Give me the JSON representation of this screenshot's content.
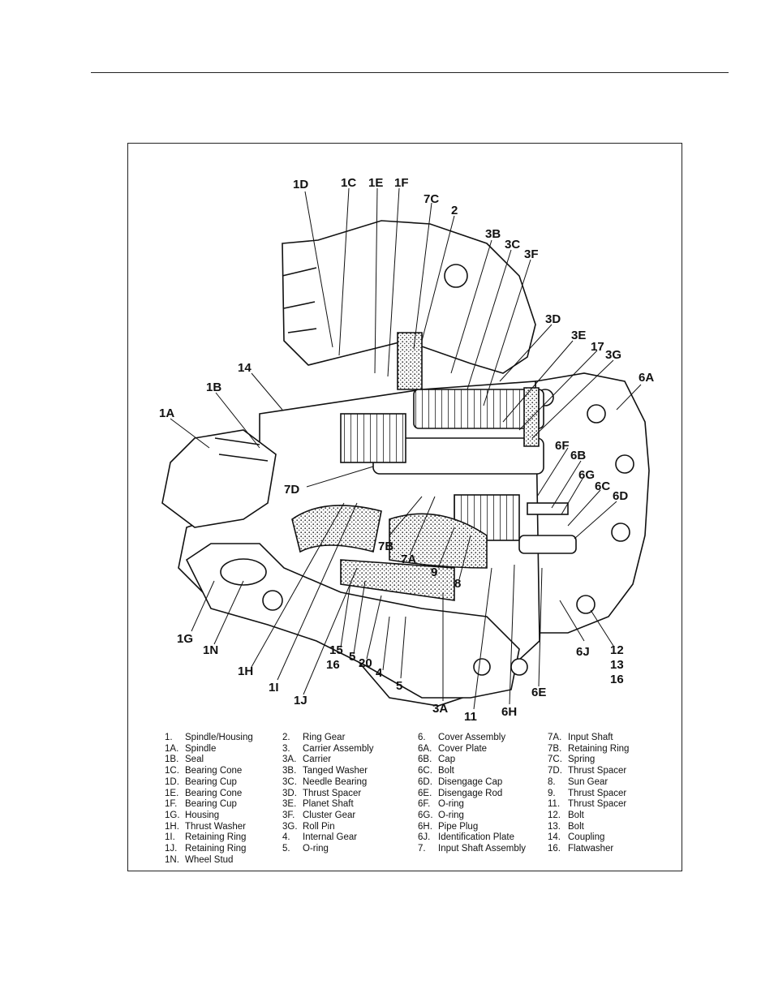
{
  "callouts": [
    {
      "id": "1D",
      "text": "1D"
    },
    {
      "id": "1C",
      "text": "1C"
    },
    {
      "id": "1E",
      "text": "1E"
    },
    {
      "id": "1F",
      "text": "1F"
    },
    {
      "id": "7C",
      "text": "7C"
    },
    {
      "id": "2",
      "text": "2"
    },
    {
      "id": "3B",
      "text": "3B"
    },
    {
      "id": "3C",
      "text": "3C"
    },
    {
      "id": "3F",
      "text": "3F"
    },
    {
      "id": "3D",
      "text": "3D"
    },
    {
      "id": "3E",
      "text": "3E"
    },
    {
      "id": "17",
      "text": "17"
    },
    {
      "id": "3G",
      "text": "3G"
    },
    {
      "id": "6A",
      "text": "6A"
    },
    {
      "id": "14",
      "text": "14"
    },
    {
      "id": "1B",
      "text": "1B"
    },
    {
      "id": "1A",
      "text": "1A"
    },
    {
      "id": "6F",
      "text": "6F"
    },
    {
      "id": "6B",
      "text": "6B"
    },
    {
      "id": "6G",
      "text": "6G"
    },
    {
      "id": "6C",
      "text": "6C"
    },
    {
      "id": "6D",
      "text": "6D"
    },
    {
      "id": "7D",
      "text": "7D"
    },
    {
      "id": "7B",
      "text": "7B"
    },
    {
      "id": "7A",
      "text": "7A"
    },
    {
      "id": "9",
      "text": "9"
    },
    {
      "id": "8",
      "text": "8"
    },
    {
      "id": "1G",
      "text": "1G"
    },
    {
      "id": "1N",
      "text": "1N"
    },
    {
      "id": "1H",
      "text": "1H"
    },
    {
      "id": "1I",
      "text": "1I"
    },
    {
      "id": "1J",
      "text": "1J"
    },
    {
      "id": "15",
      "text": "15"
    },
    {
      "id": "16a",
      "text": "16"
    },
    {
      "id": "5a",
      "text": "5"
    },
    {
      "id": "20",
      "text": "20"
    },
    {
      "id": "4",
      "text": "4"
    },
    {
      "id": "5b",
      "text": "5"
    },
    {
      "id": "3A",
      "text": "3A"
    },
    {
      "id": "11",
      "text": "11"
    },
    {
      "id": "6H",
      "text": "6H"
    },
    {
      "id": "6E",
      "text": "6E"
    },
    {
      "id": "6J",
      "text": "6J"
    },
    {
      "id": "12",
      "text": "12"
    },
    {
      "id": "13",
      "text": "13"
    },
    {
      "id": "16b",
      "text": "16"
    }
  ],
  "legend": [
    [
      {
        "num": "1.",
        "label": "Spindle/Housing"
      },
      {
        "num": "1A.",
        "label": "Spindle"
      },
      {
        "num": "1B.",
        "label": "Seal"
      },
      {
        "num": "1C.",
        "label": "Bearing Cone"
      },
      {
        "num": "1D.",
        "label": "Bearing Cup"
      },
      {
        "num": "1E.",
        "label": "Bearing Cone"
      },
      {
        "num": "1F.",
        "label": "Bearing Cup"
      },
      {
        "num": "1G.",
        "label": "Housing"
      },
      {
        "num": "1H.",
        "label": "Thrust Washer"
      },
      {
        "num": "1I.",
        "label": "Retaining Ring"
      },
      {
        "num": "1J.",
        "label": "Retaining Ring"
      },
      {
        "num": "1N.",
        "label": "Wheel Stud"
      }
    ],
    [
      {
        "num": "2.",
        "label": "Ring Gear"
      },
      {
        "num": "3.",
        "label": "Carrier Assembly"
      },
      {
        "num": "3A.",
        "label": "Carrier"
      },
      {
        "num": "3B.",
        "label": "Tanged Washer"
      },
      {
        "num": "3C.",
        "label": "Needle Bearing"
      },
      {
        "num": "3D.",
        "label": "Thrust Spacer"
      },
      {
        "num": "3E.",
        "label": "Planet Shaft"
      },
      {
        "num": "3F.",
        "label": "Cluster Gear"
      },
      {
        "num": "3G.",
        "label": "Roll Pin"
      },
      {
        "num": "4.",
        "label": "Internal Gear"
      },
      {
        "num": "5.",
        "label": "O-ring"
      }
    ],
    [
      {
        "num": "6.",
        "label": "Cover Assembly"
      },
      {
        "num": "6A.",
        "label": "Cover Plate"
      },
      {
        "num": "6B.",
        "label": "Cap"
      },
      {
        "num": "6C.",
        "label": "Bolt"
      },
      {
        "num": "6D.",
        "label": "Disengage Cap"
      },
      {
        "num": "6E.",
        "label": "Disengage Rod"
      },
      {
        "num": "6F.",
        "label": "O-ring"
      },
      {
        "num": "6G.",
        "label": "O-ring"
      },
      {
        "num": "6H.",
        "label": "Pipe Plug"
      },
      {
        "num": "6J.",
        "label": "Identification Plate"
      },
      {
        "num": "7.",
        "label": "Input Shaft Assembly"
      }
    ],
    [
      {
        "num": "7A.",
        "label": "Input Shaft"
      },
      {
        "num": "7B.",
        "label": "Retaining Ring"
      },
      {
        "num": "7C.",
        "label": "Spring"
      },
      {
        "num": "7D.",
        "label": "Thrust Spacer"
      },
      {
        "num": "8.",
        "label": "Sun Gear"
      },
      {
        "num": "9.",
        "label": "Thrust Spacer"
      },
      {
        "num": "11.",
        "label": "Thrust Spacer"
      },
      {
        "num": "12.",
        "label": "Bolt"
      },
      {
        "num": "13.",
        "label": "Bolt"
      },
      {
        "num": "14.",
        "label": "Coupling"
      },
      {
        "num": "16.",
        "label": "Flatwasher"
      }
    ]
  ]
}
